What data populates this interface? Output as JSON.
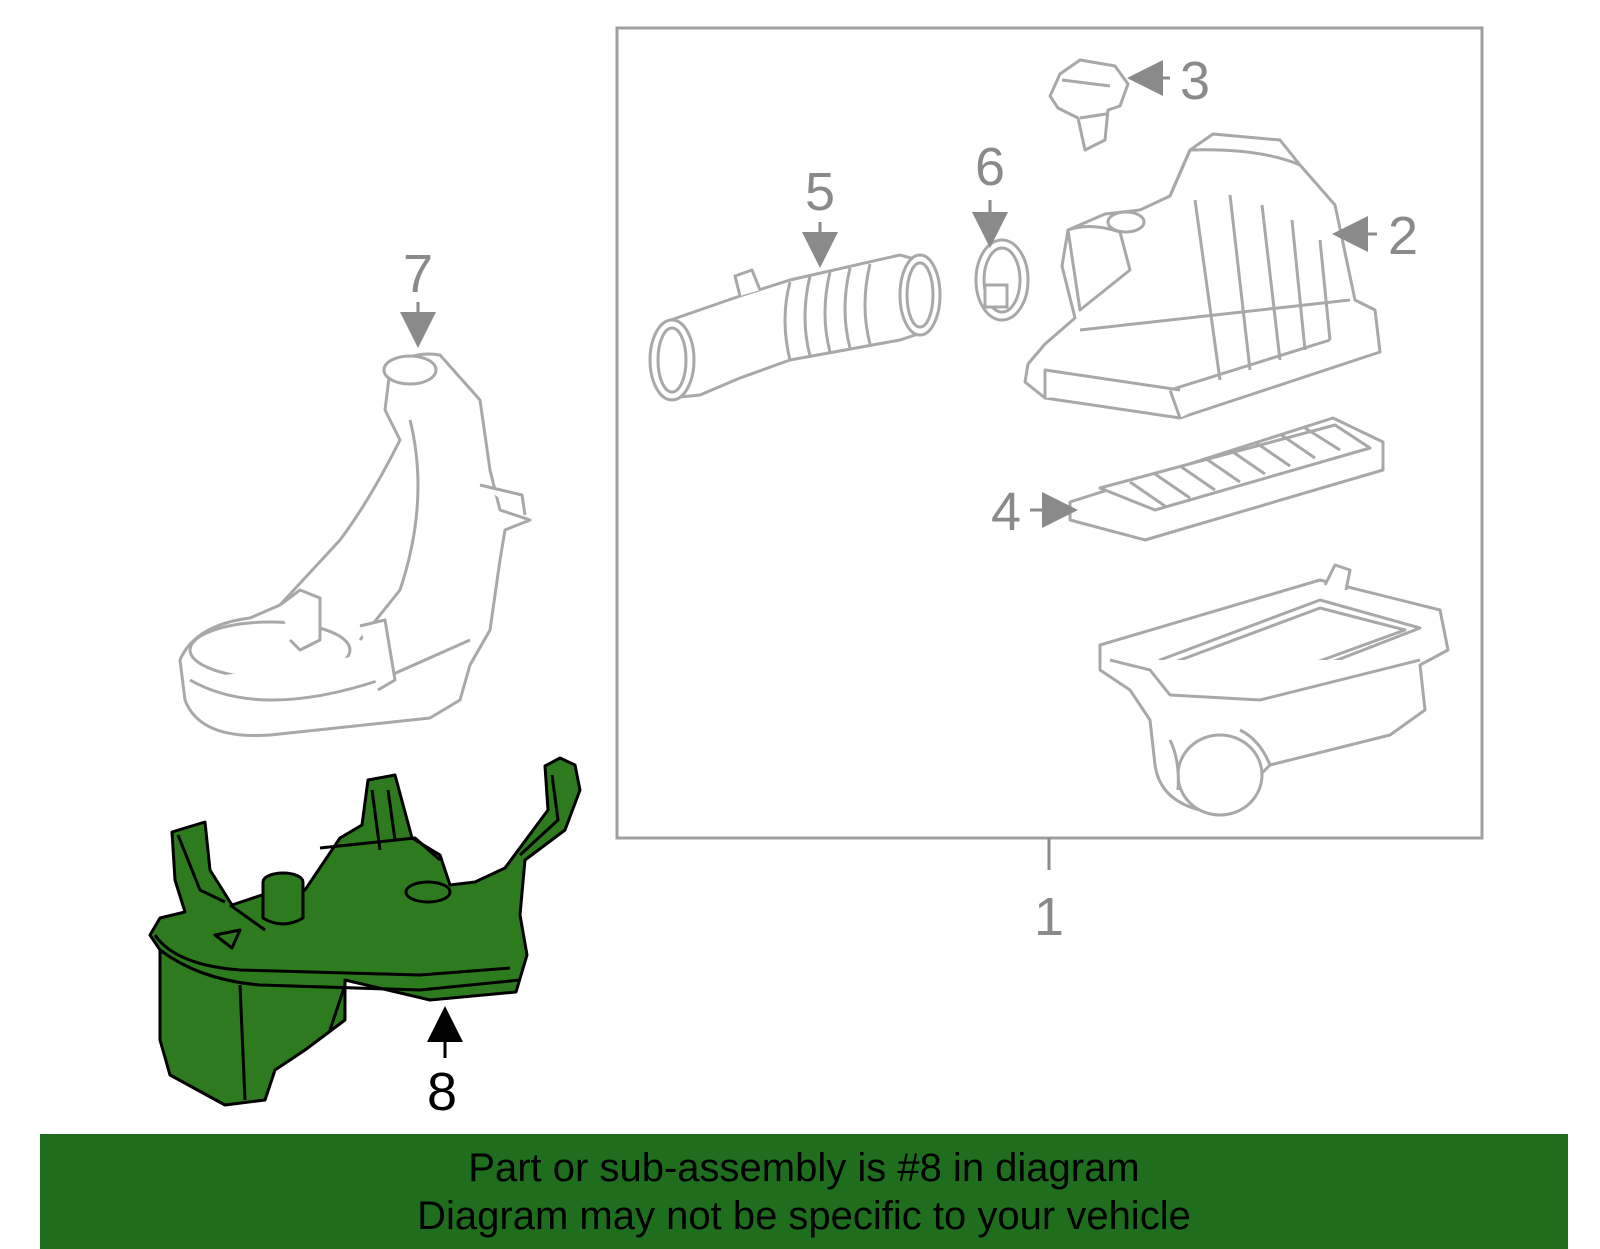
{
  "callouts": {
    "c1": "1",
    "c2": "2",
    "c3": "3",
    "c4": "4",
    "c5": "5",
    "c6": "6",
    "c7": "7",
    "c8": "8"
  },
  "banner": {
    "line1": "Part or sub-assembly is #8 in diagram",
    "line2": "Diagram may not be specific to your vehicle"
  },
  "colors": {
    "highlight_part": "#2e7a1e",
    "banner": "#1e6e1e",
    "line_art": "#a8a8a8"
  }
}
